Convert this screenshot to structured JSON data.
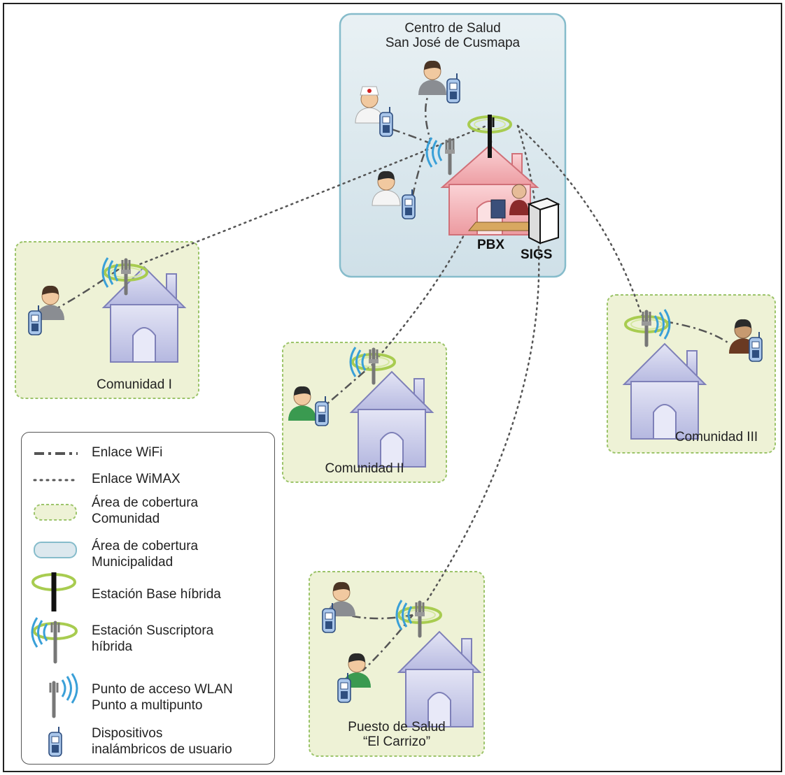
{
  "center": {
    "title_line1": "Centro de Salud",
    "title_line2": "San José de Cusmapa",
    "pbx_label": "PBX",
    "sigs_label": "SIGS"
  },
  "communities": [
    {
      "label": "Comunidad I"
    },
    {
      "label": "Comunidad II"
    },
    {
      "label": "Comunidad III"
    }
  ],
  "post": {
    "label_line1": "Puesto de Salud",
    "label_line2": "“El Carrizo”"
  },
  "legend": {
    "wifi": "Enlace WiFi",
    "wimax": "Enlace WiMAX",
    "area_comunidad_1": "Área de cobertura",
    "area_comunidad_2": "Comunidad",
    "area_municipal_1": "Área de cobertura",
    "area_municipal_2": "Municipalidad",
    "base_station": "Estación Base híbrida",
    "subscriber_1": "Estación Suscriptora",
    "subscriber_2": "híbrida",
    "wlan_1": "Punto de acceso WLAN",
    "wlan_2": "Punto a multipunto",
    "devices_1": "Dispositivos",
    "devices_2": "inalámbricos de usuario"
  },
  "colors": {
    "community_fill": "#eef2d6",
    "community_border": "#9cc46a",
    "municipal_fill": "#dce8ee",
    "municipal_border": "#86bccb",
    "house_fill": "#c9cbe8",
    "house_stroke": "#7e80b8",
    "center_house_fill": "#f2b8bc",
    "center_house_stroke": "#d07078",
    "wifi_arc": "#3aa0d8",
    "wimax_ring": "#a8cc50"
  }
}
